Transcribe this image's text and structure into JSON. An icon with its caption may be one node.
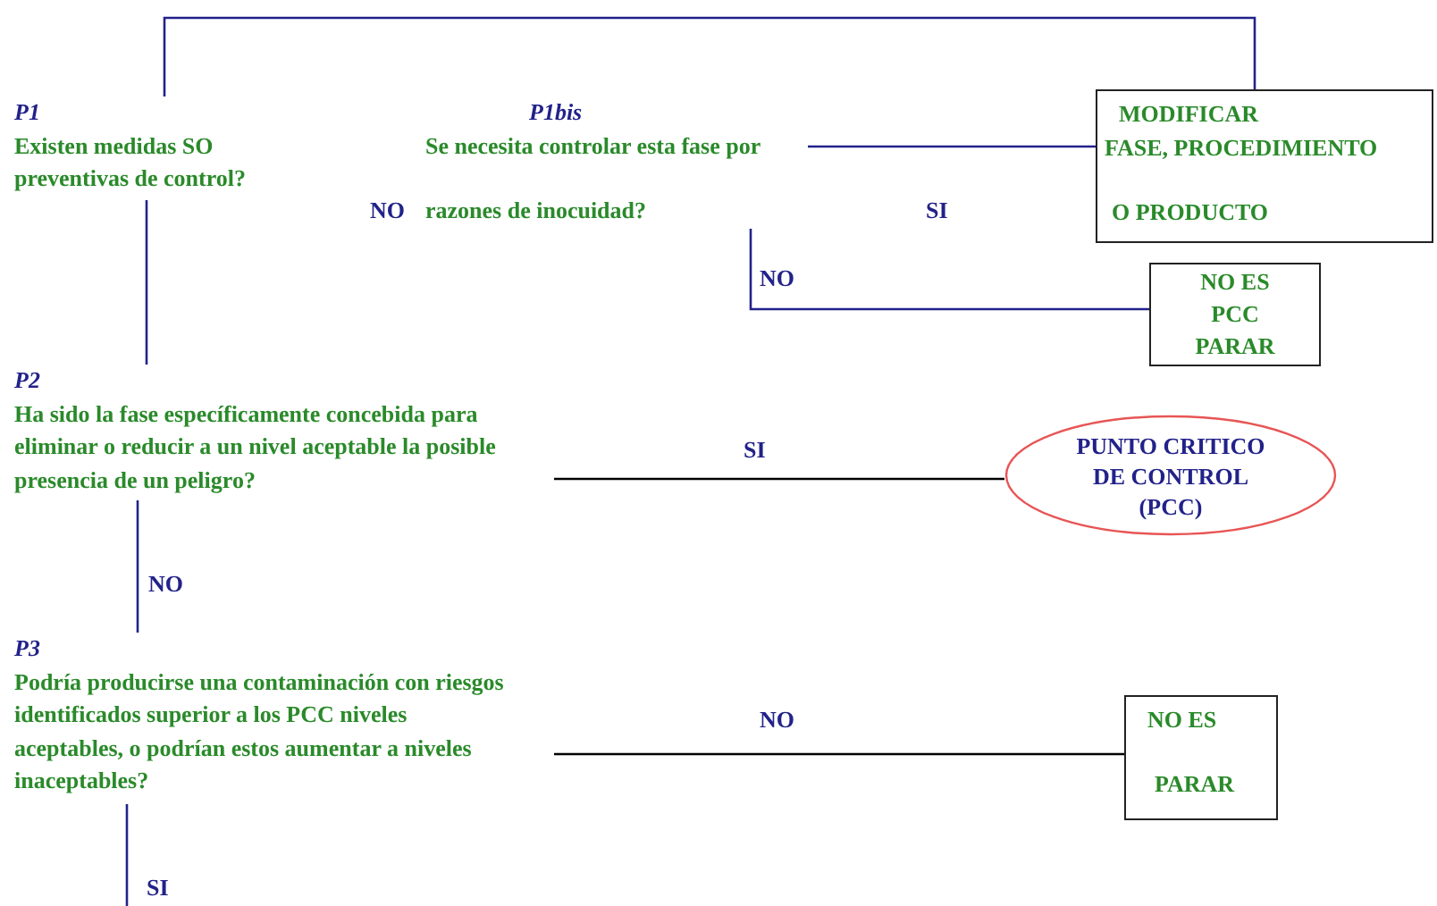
{
  "diagram": {
    "nodes": [
      {
        "text": [
          "P1",
          "Existen medidas SO preventivas de control?"
        ]
      },
      {
        "text": [
          "P1bis",
          "Se necesita controlar esta fase por razones de inocuidad?"
        ]
      },
      {
        "text": [
          "MODIFICAR",
          "FASE, PROCEDIMIENTO",
          "O PRODUCTO"
        ]
      },
      {
        "text": [
          "NO ES",
          "PCC",
          "PARAR"
        ]
      },
      {
        "text": [
          "P2",
          "Ha sido la fase específicamente concebida para eliminar o reducir a un nivel aceptable la posible presencia de un peligro?"
        ]
      },
      {
        "text": [
          "PUNTO CRITICO DE CONTROL (PCC)"
        ]
      },
      {
        "text": [
          "P3",
          "Podría producirse una contaminación con riesgos identificados superior a los PCC niveles aceptables, o podrían estos aumentar a niveles inaceptables?"
        ]
      },
      {
        "text": [
          "NO ES",
          "PARAR"
        ]
      }
    ],
    "edges": [
      {
        "from": 0,
        "to": 2,
        "arrow": "none"
      },
      {
        "from": 1,
        "to": 2,
        "arrow": "none",
        "label": "SI"
      },
      {
        "from": 1,
        "to": 3,
        "arrow": "none",
        "label": "NO"
      },
      {
        "from": 0,
        "to": 4,
        "arrow": "none"
      },
      {
        "from": 4,
        "to": 5,
        "arrow": "none",
        "label": "SI",
        "color": "#000000"
      },
      {
        "from": 4,
        "to": 6,
        "arrow": "none",
        "label": "NO"
      },
      {
        "from": 6,
        "to": 7,
        "arrow": "none",
        "label": "NO",
        "color": "#000000"
      },
      {
        "from": 6,
        "to": null,
        "arrow": "none",
        "label": "SI"
      }
    ],
    "labels": [
      "NO"
    ]
  }
}
